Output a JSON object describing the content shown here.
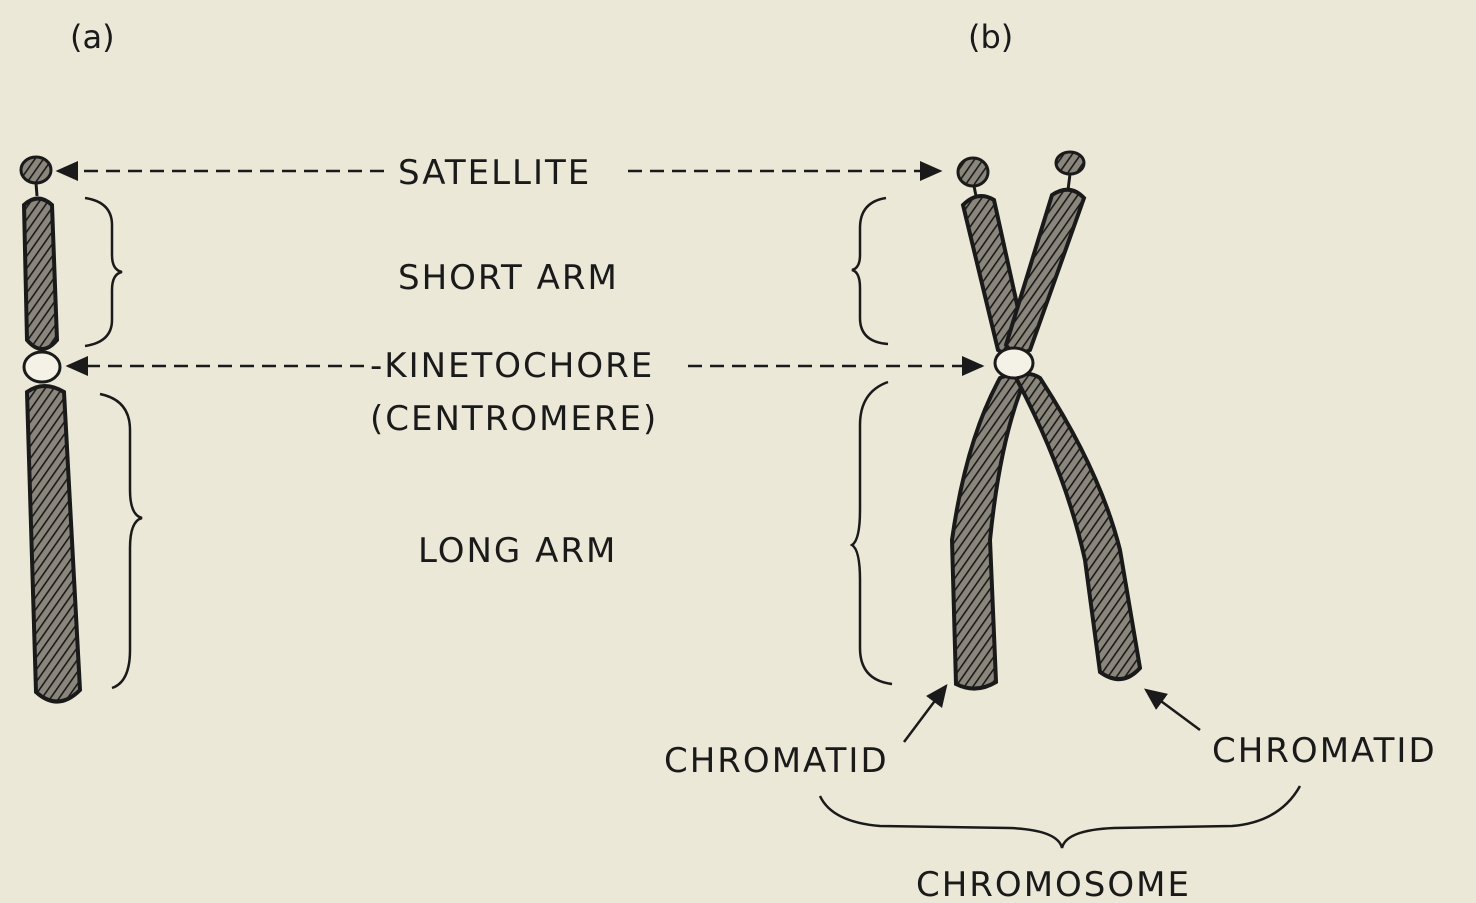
{
  "panels": {
    "a": "(a)",
    "b": "(b)"
  },
  "labels": {
    "satellite": "SATELLITE",
    "short_arm": "SHORT ARM",
    "kinetochore": "-KINETOCHORE",
    "centromere": "(CENTROMERE)",
    "long_arm": "LONG ARM",
    "chromatid_left": "CHROMATID",
    "chromatid_right": "CHROMATID",
    "chromosome": "CHROMOSOME"
  },
  "colors": {
    "background": "#ebe8d7",
    "ink": "#1a1a1a",
    "chromatin_fill": "#6d6a62",
    "centromere_fill": "#f4f2e6"
  }
}
